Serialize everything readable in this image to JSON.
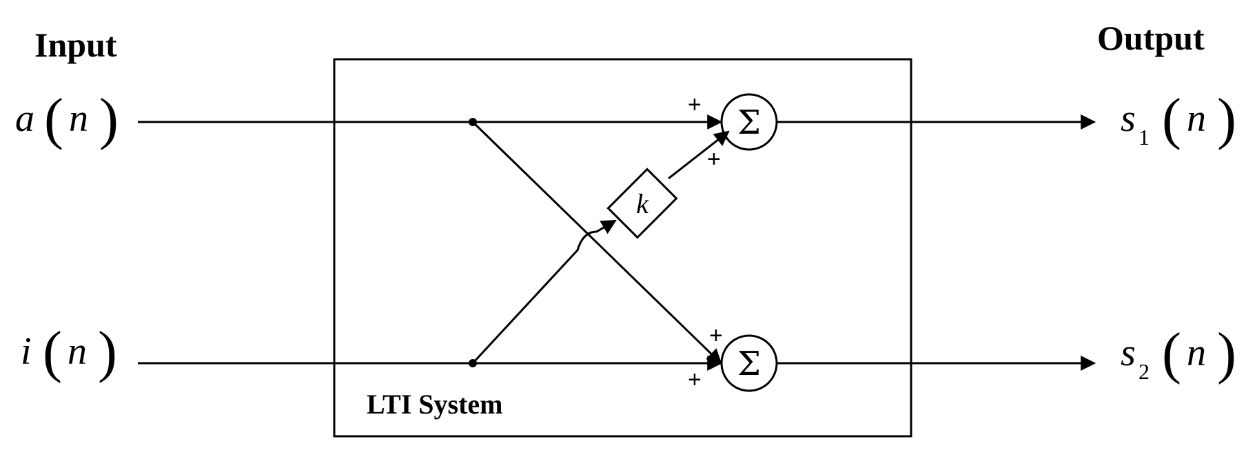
{
  "labels": {
    "input_heading": "Input",
    "output_heading": "Output",
    "system_label": "LTI System"
  },
  "signals": {
    "input_a": {
      "symbol": "a",
      "arg": "n"
    },
    "input_i": {
      "symbol": "i",
      "arg": "n"
    },
    "output_1": {
      "symbol": "s",
      "subscript": "1",
      "arg": "n"
    },
    "output_2": {
      "symbol": "s",
      "subscript": "2",
      "arg": "n"
    }
  },
  "blocks": {
    "gain": "k",
    "summer_symbol": "Σ"
  },
  "signs": {
    "sum1_top": "+",
    "sum1_bottom": "+",
    "sum2_top": "+",
    "sum2_bottom": "+"
  }
}
